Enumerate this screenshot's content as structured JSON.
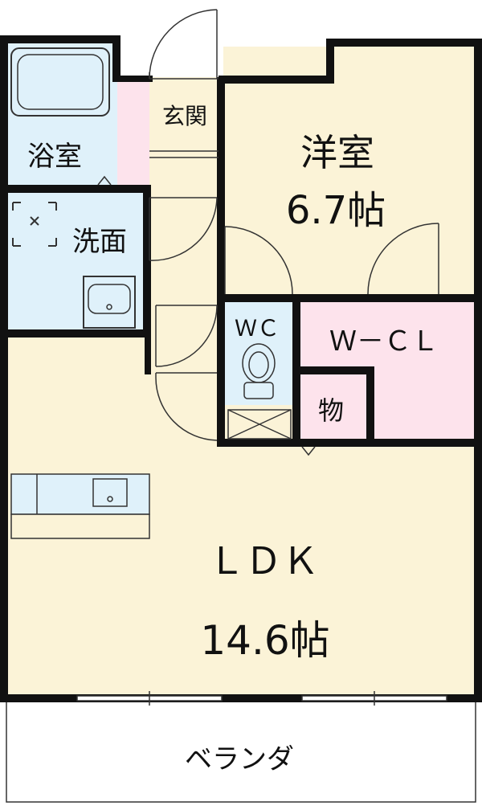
{
  "rooms": {
    "bath": "浴室",
    "entrance": "玄関",
    "washroom": "洗面",
    "western_room": "洋室",
    "western_room_size": "6.7帖",
    "wc": "ＷＣ",
    "wcl": "Ｗ－ＣＬ",
    "storage": "物",
    "ldk": "ＬＤＫ",
    "ldk_size": "14.6帖",
    "veranda": "ベランダ"
  },
  "colors": {
    "wall": "#111111",
    "floor_wood": "#fbf3d7",
    "floor_tile": "#dff1fa",
    "floor_pink": "#fde3ec",
    "veranda": "#ffffff"
  }
}
